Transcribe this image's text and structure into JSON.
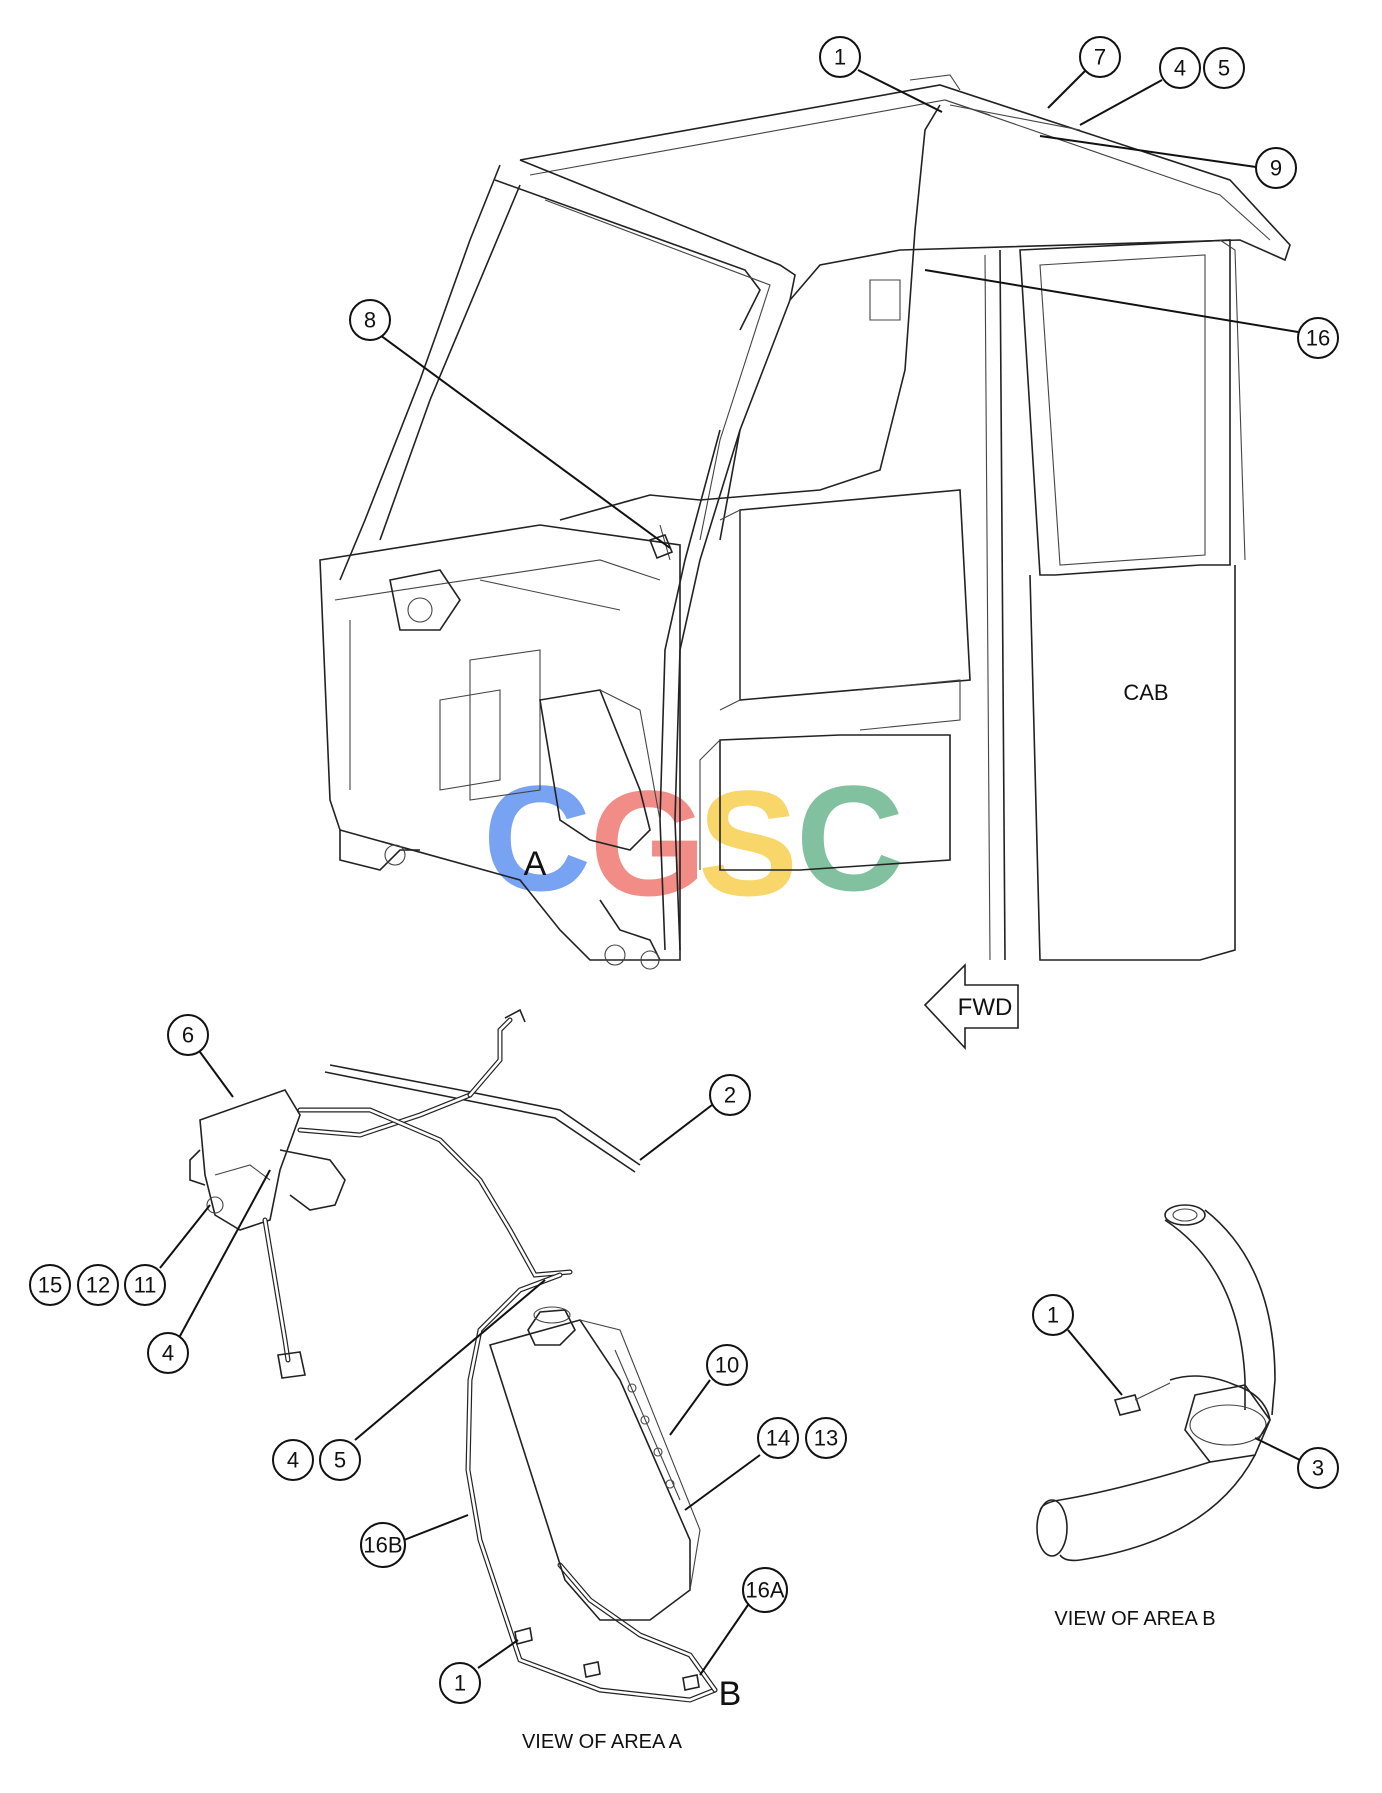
{
  "labels": {
    "cab": "CAB",
    "fwd": "FWD",
    "area_a_marker": "A",
    "area_b_marker": "B",
    "view_a_caption": "VIEW OF AREA A",
    "view_b_caption": "VIEW OF AREA B"
  },
  "watermark": {
    "letters": [
      "C",
      "G",
      "S",
      "C"
    ],
    "colors": [
      "#4f86ee",
      "#ef6a62",
      "#f6cb3e",
      "#5bae82"
    ]
  },
  "callouts": {
    "top": [
      "1",
      "7",
      "4",
      "5",
      "9",
      "16",
      "8"
    ],
    "view_a": [
      "6",
      "2",
      "15",
      "12",
      "11",
      "4",
      "4",
      "5",
      "10",
      "14",
      "13",
      "16B",
      "16A",
      "1"
    ],
    "view_b": [
      "1",
      "3"
    ]
  },
  "colors": {
    "line": "#111111",
    "background": "#ffffff"
  }
}
